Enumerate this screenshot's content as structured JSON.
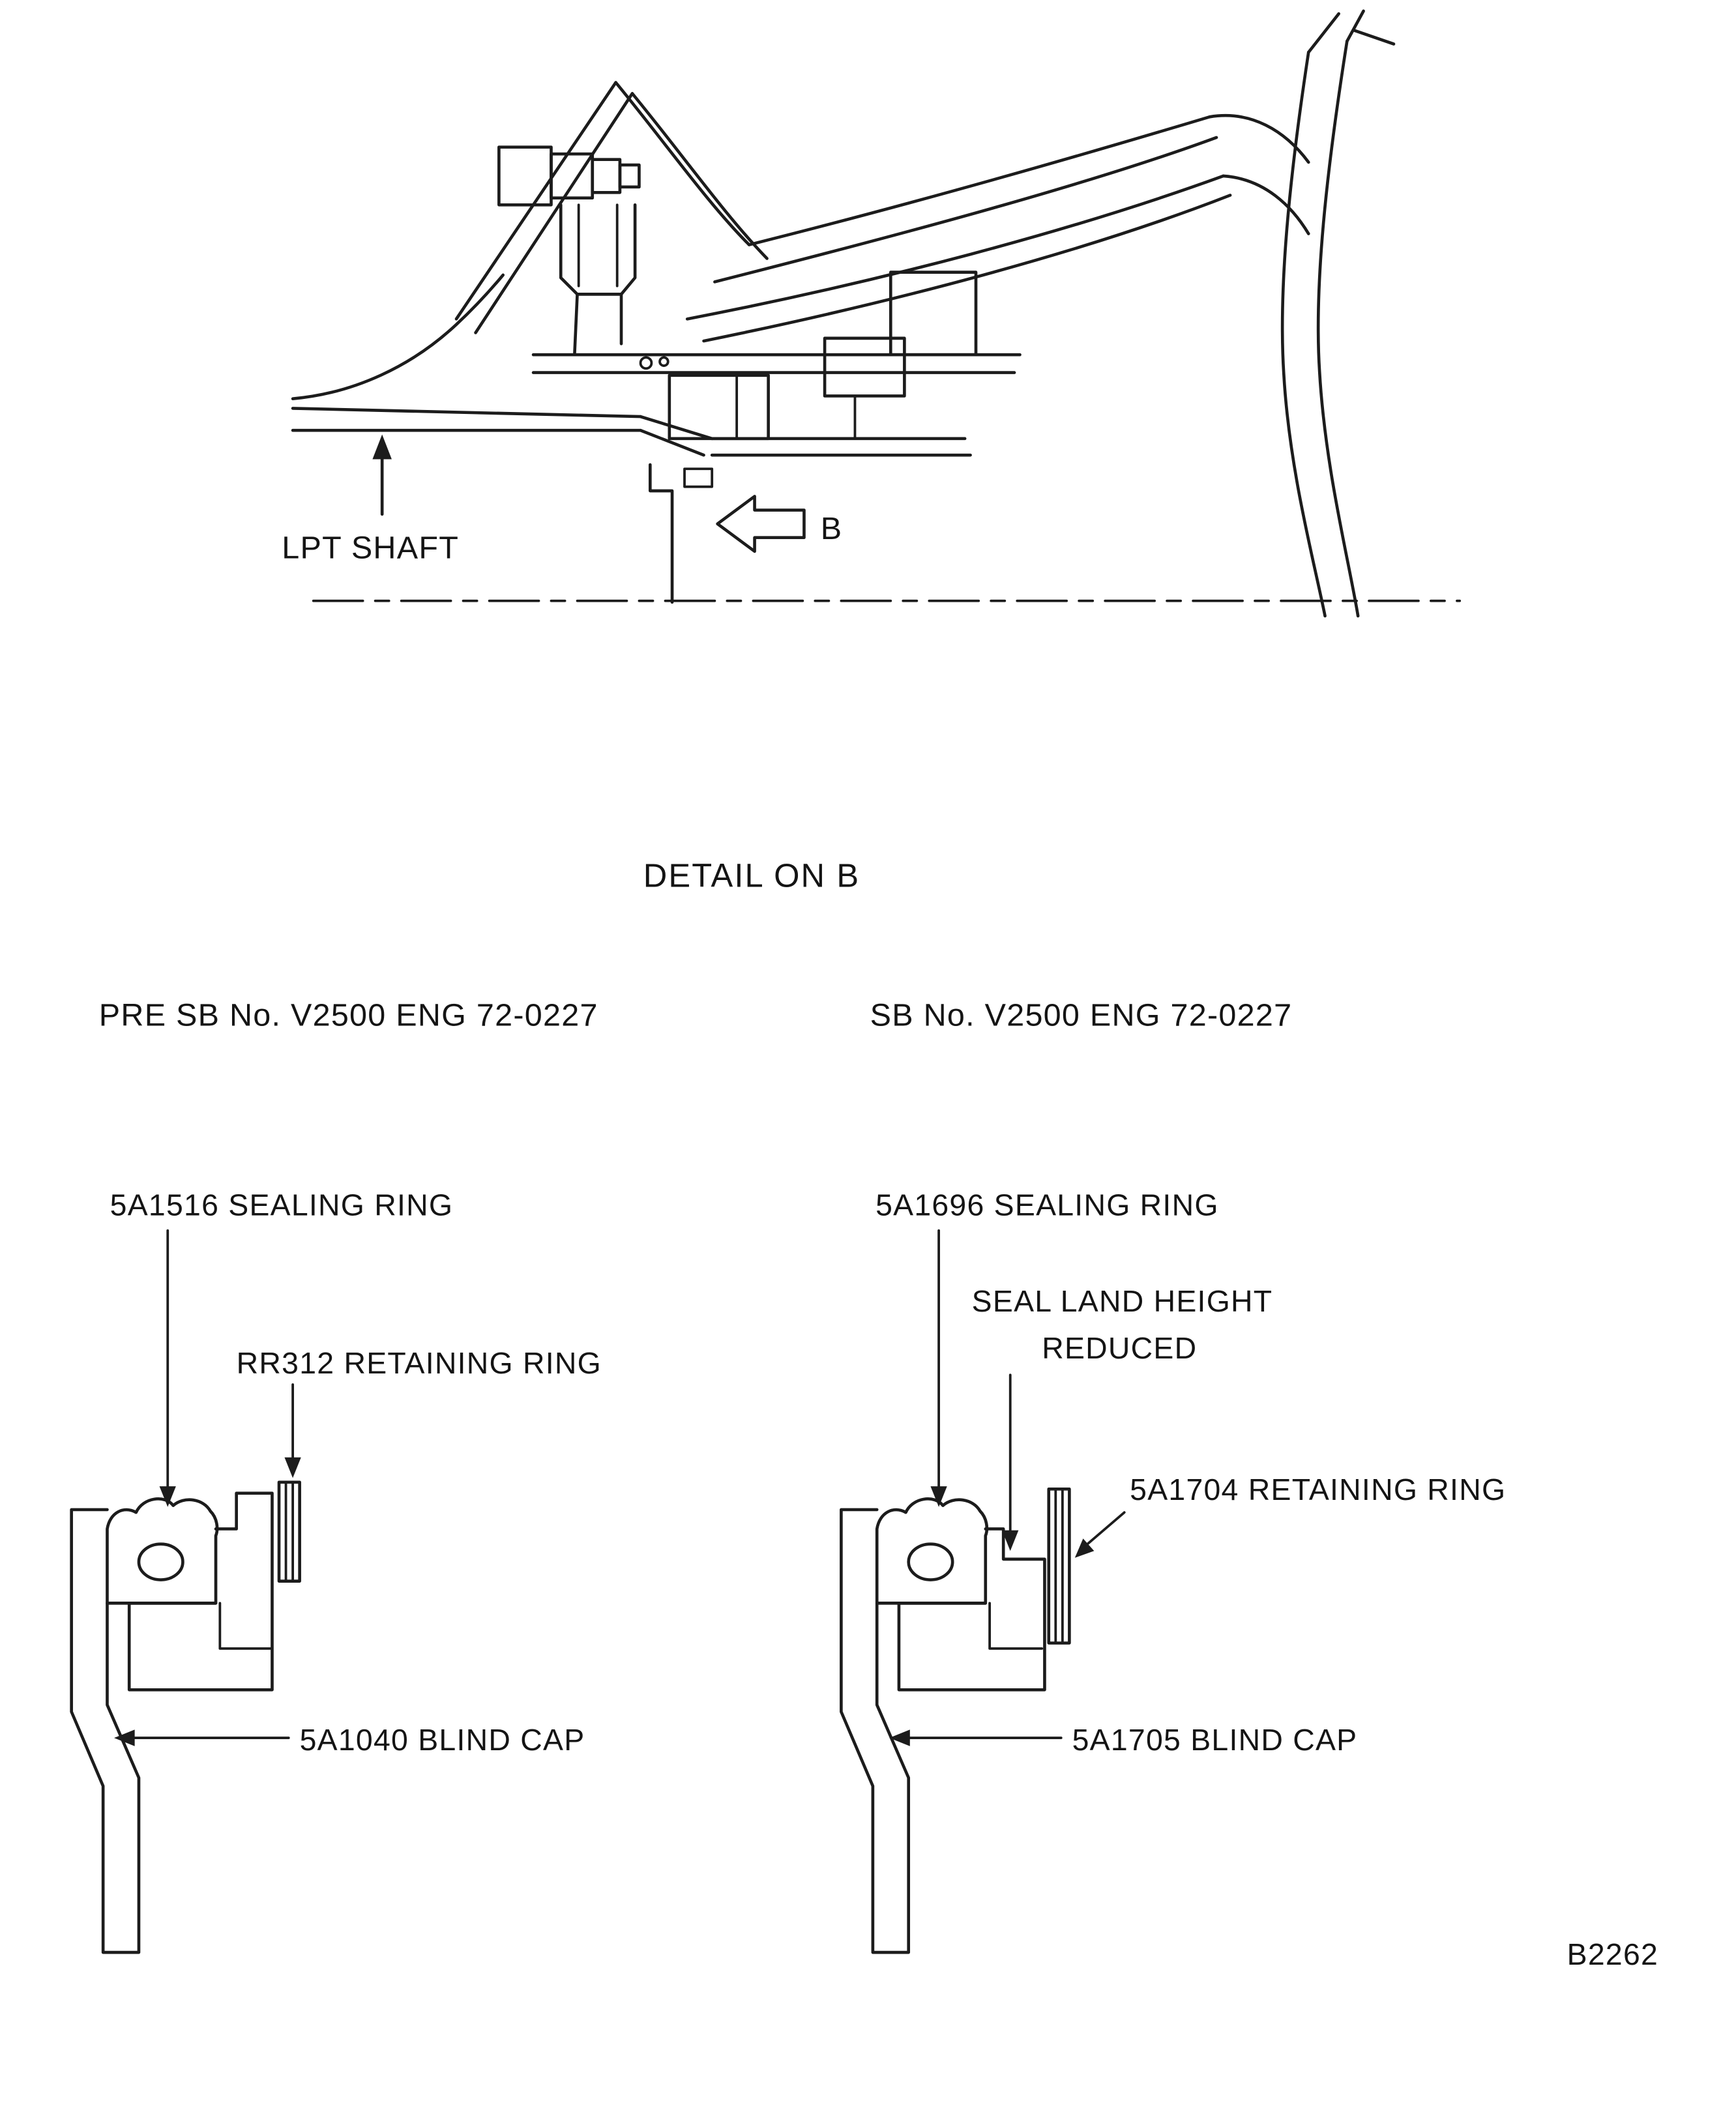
{
  "figure": {
    "detail_title": "DETAIL ON B",
    "figure_code": "B2262",
    "top": {
      "lpt_shaft_label": "LPT SHAFT",
      "b_label": "B"
    },
    "pre_sb": {
      "title": "PRE SB No. V2500 ENG 72-0227",
      "sealing_ring": "5A1516 SEALING RING",
      "retaining_ring": "RR312 RETAINING RING",
      "blind_cap": "5A1040 BLIND CAP"
    },
    "post_sb": {
      "title": "SB No. V2500 ENG 72-0227",
      "sealing_ring": "5A1696 SEALING RING",
      "seal_land_line1": "SEAL LAND HEIGHT",
      "seal_land_line2": "REDUCED",
      "retaining_ring": "5A1704 RETAINING RING",
      "blind_cap": "5A1705 BLIND CAP"
    }
  }
}
